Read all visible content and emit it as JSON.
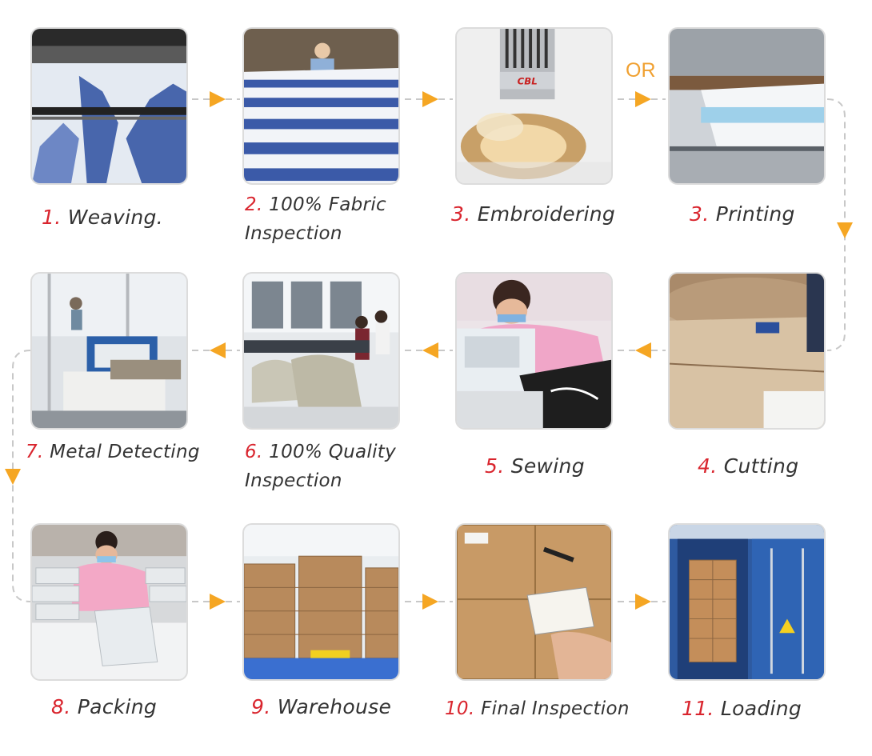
{
  "colors": {
    "arrow": "#f5a623",
    "arrow_line": "#c8c8c8",
    "number": "#d9252e",
    "label": "#333333",
    "frame": "#dcdcdc"
  },
  "or_label": "OR",
  "steps": [
    {
      "id": "weaving",
      "num": "1.",
      "text": "Weaving."
    },
    {
      "id": "fabric-inspection",
      "num": "2.",
      "text": "100% Fabric",
      "text2": "Inspection"
    },
    {
      "id": "embroidering",
      "num": "3.",
      "text": "Embroidering"
    },
    {
      "id": "printing",
      "num": "3.",
      "text": "Printing"
    },
    {
      "id": "cutting",
      "num": "4.",
      "text": "Cutting"
    },
    {
      "id": "sewing",
      "num": "5.",
      "text": "Sewing"
    },
    {
      "id": "quality-inspection",
      "num": "6.",
      "text": "100% Quality",
      "text2": "Inspection"
    },
    {
      "id": "metal-detecting",
      "num": "7.",
      "text": "Metal Detecting"
    },
    {
      "id": "packing",
      "num": "8.",
      "text": "Packing"
    },
    {
      "id": "warehouse",
      "num": "9.",
      "text": "Warehouse"
    },
    {
      "id": "final-inspection",
      "num": "10.",
      "text": "Final Inspection"
    },
    {
      "id": "loading",
      "num": "11.",
      "text": "Loading"
    }
  ],
  "photo_brand": "CBL"
}
